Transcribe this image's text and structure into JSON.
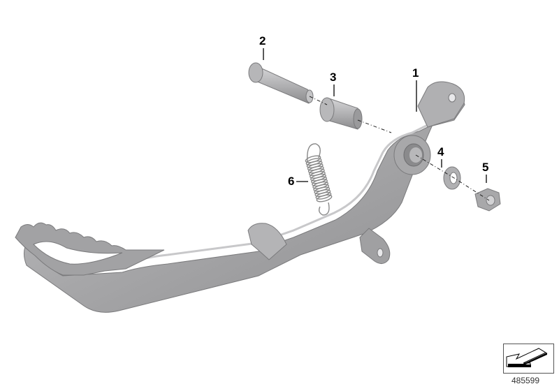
{
  "diagram": {
    "title": "Brake pedal assembly",
    "drawing_number": "485599",
    "colors": {
      "part_fill": "#a4a4a6",
      "part_dark": "#8a8a8c",
      "part_light": "#c4c4c6",
      "outline": "#7a7a7c",
      "label": "#000000"
    },
    "callouts": [
      {
        "id": "1",
        "label": "1",
        "part": "brake-pedal"
      },
      {
        "id": "2",
        "label": "2",
        "part": "pin"
      },
      {
        "id": "3",
        "label": "3",
        "part": "bushing"
      },
      {
        "id": "4",
        "label": "4",
        "part": "washer"
      },
      {
        "id": "5",
        "label": "5",
        "part": "hex-nut"
      },
      {
        "id": "6",
        "label": "6",
        "part": "tension-spring"
      }
    ],
    "nav_icon": "arrow-down-left-icon"
  }
}
